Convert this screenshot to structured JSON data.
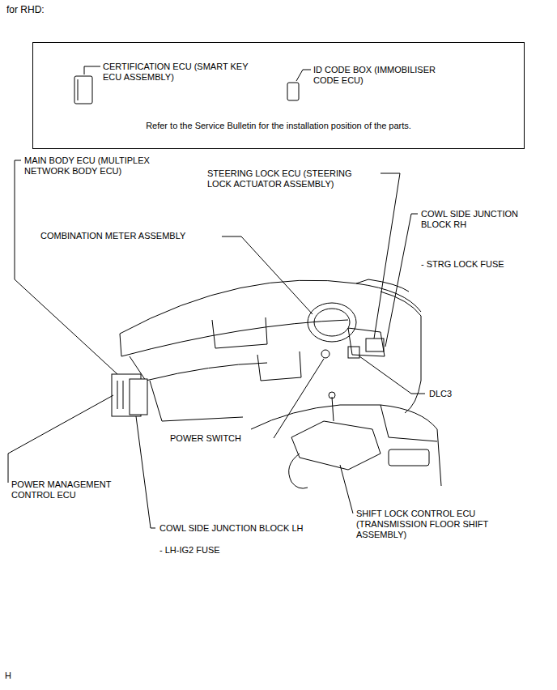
{
  "diagram": {
    "title": "for RHD:",
    "nodes": [
      {
        "text": [
          "Refer to the Service Bulletin for the installation position of the parts."
        ]
      }
    ],
    "labels": [
      "CERTIFICATION ECU (SMART KEY ECU ASSEMBLY)",
      "ID CODE BOX (IMMOBILISER CODE ECU)",
      "MAIN BODY ECU (MULTIPLEX NETWORK BODY ECU)",
      "STEERING LOCK ECU (STEERING LOCK ACTUATOR ASSEMBLY)",
      "COWL SIDE JUNCTION BLOCK RH",
      "- STRG LOCK FUSE",
      "COMBINATION METER ASSEMBLY",
      "DLC3",
      "POWER SWITCH",
      "POWER MANAGEMENT CONTROL ECU",
      "COWL SIDE JUNCTION BLOCK LH",
      "- LH-IG2 FUSE",
      "SHIFT LOCK CONTROL ECU (TRANSMISSION FLOOR SHIFT ASSEMBLY)",
      "H"
    ]
  }
}
